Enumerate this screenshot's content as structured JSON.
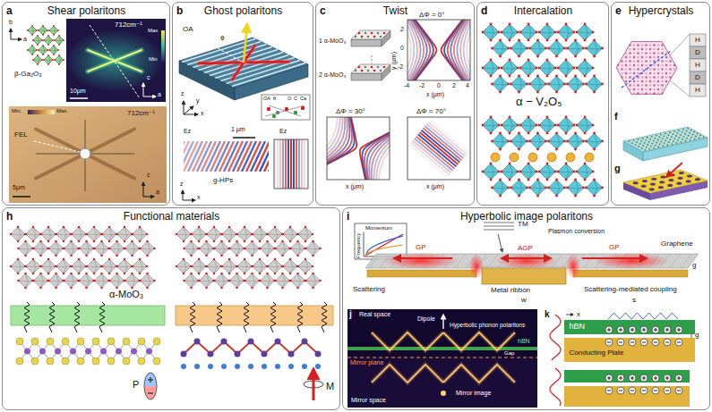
{
  "diagram": {
    "nodes": [
      {
        "text": [
          "a",
          "Shear polaritons"
        ]
      },
      {
        "text": [
          "b",
          "Ghost polaritons"
        ]
      },
      {
        "text": [
          "c",
          "Twist"
        ]
      },
      {
        "text": [
          "d",
          "Intercalation"
        ]
      },
      {
        "text": [
          "e",
          "Hypercrystals"
        ]
      },
      {
        "text": [
          "h",
          "Functional materials"
        ]
      },
      {
        "text": [
          "i",
          "Hyperbolic image polaritons"
        ]
      },
      {
        "text": [
          "hBN"
        ],
        "in": 6
      },
      {
        "text": [
          "Conducting Plate"
        ],
        "in": 6
      }
    ],
    "labels": [
      "b",
      "a",
      "β-Ga₂O₃",
      "712cm⁻¹",
      "Max",
      "Min",
      "10μm",
      "c",
      "a",
      "Min.",
      "Max.",
      "712cm⁻¹",
      "FEL",
      "5μm",
      "c",
      "a",
      "OA",
      "θ",
      "z",
      "y",
      "x",
      "OA",
      "θ",
      "O",
      "C",
      "Ca",
      "g-HPs",
      "Ez",
      "Ez",
      "z",
      "x",
      "1 μm",
      "1 α-MoO₃",
      "2 α-MoO₃",
      "ΔΦ = 0°",
      "y (μm)",
      "2",
      "0",
      "-2",
      "-4",
      "-2",
      "0",
      "2",
      "4",
      "x (μm)",
      "ΔΦ = 30°",
      "ΔΦ = 70°",
      "x (μm)",
      "x (μm)",
      "α − V₂O₅",
      "H",
      "D",
      "H",
      "D",
      "H",
      "f",
      "g",
      "α-MoO₃",
      "P",
      "M",
      "Momentum",
      "Frequency",
      "TM",
      "Plasmon conversion",
      "Graphene",
      "GP",
      "AGP",
      "GP",
      "Scattering",
      "Metal ribbon",
      "Scattering-mediated coupling",
      "w",
      "s",
      "g",
      "j",
      "Real space",
      "Dipole",
      "Hyperbolic phonon polaritons",
      "hBN",
      "Gap",
      "Mirror plane",
      "Mirror image",
      "Mirror space",
      "k",
      "x",
      "g"
    ]
  }
}
